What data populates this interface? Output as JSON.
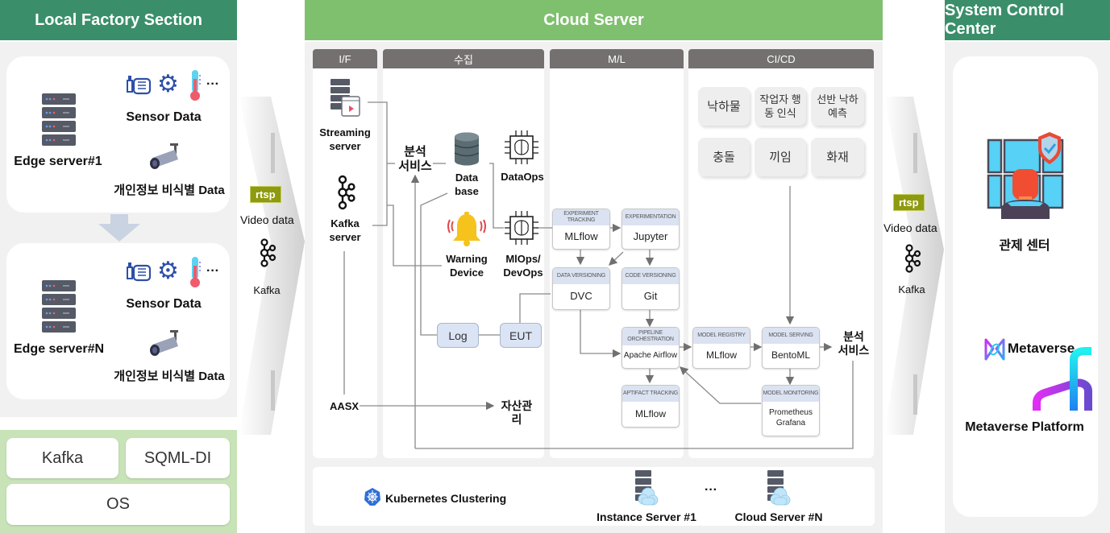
{
  "sections": {
    "local": "Local Factory Section",
    "cloud": "Cloud Server",
    "control": "System Control Center"
  },
  "local_factory": {
    "edge_servers": [
      {
        "name": "Edge server#1",
        "sensor_label": "Sensor Data",
        "ellipsis": "···",
        "camera_label": "개인정보 비식별 Data"
      },
      {
        "name": "Edge server#N",
        "sensor_label": "Sensor Data",
        "ellipsis": "···",
        "camera_label": "개인정보 비식별 Data"
      }
    ],
    "software_stack": {
      "kafka": "Kafka",
      "sqml": "SQML-DI",
      "os": "OS"
    }
  },
  "transfer_left": {
    "badge": "rtsp",
    "video": "Video data",
    "kafka": "Kafka"
  },
  "transfer_right": {
    "badge": "rtsp",
    "video": "Video data",
    "kafka": "Kafka"
  },
  "cloud": {
    "columns": [
      "I/F",
      "수집",
      "M/L",
      "CI/CD"
    ],
    "interface": {
      "streaming": "Streaming\nserver",
      "kafka": "Kafka\nserver",
      "aasx": "AASX"
    },
    "collection": {
      "analysis_service": "분석\n서비스",
      "database": "Data\nbase",
      "dataops": "DataOps",
      "warning": "Warning\nDevice",
      "mlops": "MlOps/\nDevOps",
      "log": "Log",
      "eut": "EUT",
      "asset_mgmt": "자산관\n리"
    },
    "ml": [
      {
        "title": "EXPERIMENT TRACKING",
        "value": "MLflow"
      },
      {
        "title": "EXPERIMENTATION",
        "value": "Jupyter"
      },
      {
        "title": "DATA VERSIONING",
        "value": "DVC"
      },
      {
        "title": "CODE VERSIONING",
        "value": "Git"
      },
      {
        "title": "PIPELINE\nORCHESTRATION",
        "value": "Apache Airflow"
      },
      {
        "title": "APTIFACT TRACKING",
        "value": "MLflow"
      }
    ],
    "cicd": {
      "detections": [
        "낙하물",
        "작업자 행\n동 인식",
        "선반 낙하\n예측",
        "충돌",
        "끼임",
        "화재"
      ],
      "registry": {
        "title": "MODEL REGISTRY",
        "value": "MLflow"
      },
      "serving": {
        "title": "MODEL SERVING",
        "value": "BentoML"
      },
      "monitoring": {
        "title": "MODEL MONITORING",
        "value": "Prometheus\nGrafana"
      },
      "analysis_service": "분석\n서비스"
    },
    "cluster": {
      "label": "Kubernetes Clustering",
      "instance": "Instance Server #1",
      "ellipsis": "···",
      "cloud_n": "Cloud Server #N"
    }
  },
  "control_center": {
    "control_label": "관제 센터",
    "metaverse_logo": "Metaverse",
    "metaverse_platform": "Metaverse Platform"
  },
  "colors": {
    "header_dark_green": "#3a8f6a",
    "header_light_green": "#7fc06e",
    "column_header_gray": "#757070",
    "ml_title_blue": "#dbe3f2",
    "rtsp_olive": "#8e9a10"
  }
}
